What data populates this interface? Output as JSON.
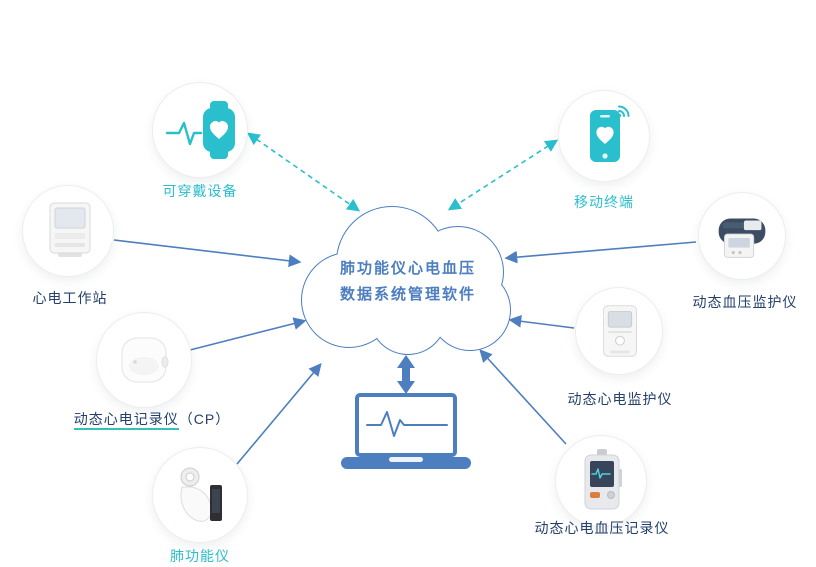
{
  "colors": {
    "accent_teal": "#2abfcd",
    "accent_blue": "#4d7ec0",
    "label_navy": "#24406b"
  },
  "cloud": {
    "line1": "肺功能仪心电血压",
    "line2": "数据系统管理软件"
  },
  "nodes": {
    "wearable": {
      "label": "可穿戴设备",
      "icon": "smartwatch-icon"
    },
    "mobile": {
      "label": "移动终端",
      "icon": "smartphone-icon"
    },
    "ecg_workstation": {
      "label": "心电工作站",
      "icon": "ecg-workstation-icon"
    },
    "holter_cp": {
      "label": "动态心电记录仪",
      "suffix": "（CP）",
      "icon": "holter-recorder-icon"
    },
    "spirometer": {
      "label": "肺功能仪",
      "icon": "spirometer-icon"
    },
    "bp_monitor": {
      "label": "动态血压监护仪",
      "icon": "bp-monitor-icon"
    },
    "ecg_monitor": {
      "label": "动态心电监护仪",
      "icon": "ecg-monitor-icon"
    },
    "ecg_bp_recorder": {
      "label": "动态心电血压记录仪",
      "icon": "ecg-bp-recorder-icon"
    }
  },
  "connections": [
    {
      "from": "wearable",
      "to": "cloud",
      "style": "dashed",
      "bidirectional": true
    },
    {
      "from": "mobile",
      "to": "cloud",
      "style": "dashed",
      "bidirectional": true
    },
    {
      "from": "ecg_workstation",
      "to": "cloud",
      "style": "solid",
      "bidirectional": false
    },
    {
      "from": "holter_cp",
      "to": "cloud",
      "style": "solid",
      "bidirectional": false
    },
    {
      "from": "spirometer",
      "to": "cloud",
      "style": "solid",
      "bidirectional": false
    },
    {
      "from": "bp_monitor",
      "to": "cloud",
      "style": "solid",
      "bidirectional": false
    },
    {
      "from": "ecg_monitor",
      "to": "cloud",
      "style": "solid",
      "bidirectional": false
    },
    {
      "from": "ecg_bp_recorder",
      "to": "cloud",
      "style": "solid",
      "bidirectional": false
    },
    {
      "from": "laptop",
      "to": "cloud",
      "style": "bold",
      "bidirectional": true
    }
  ]
}
